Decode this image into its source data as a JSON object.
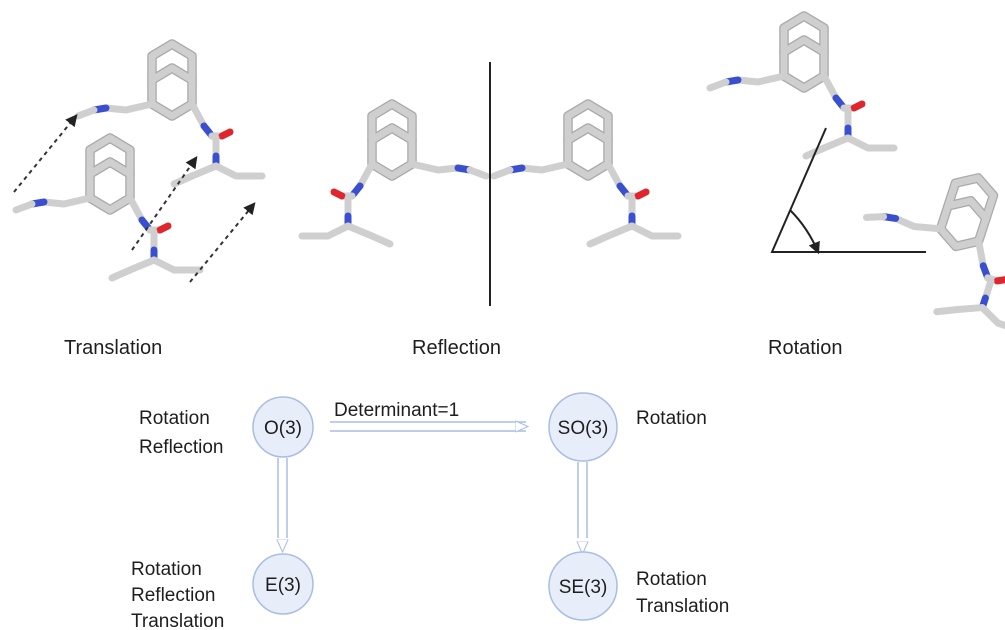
{
  "panels": {
    "translation": "Translation",
    "reflection": "Reflection",
    "rotation": "Rotation"
  },
  "graph": {
    "o3": {
      "label": "O(3)",
      "desc": [
        "Rotation",
        "Reflection"
      ]
    },
    "so3": {
      "label": "SO(3)",
      "desc": [
        "Rotation"
      ]
    },
    "e3": {
      "label": "E(3)",
      "desc": [
        "Rotation",
        "Reflection",
        "Translation"
      ]
    },
    "se3": {
      "label": "SE(3)",
      "desc": [
        "Rotation",
        "Translation"
      ]
    },
    "edge_label": "Determinant=1"
  },
  "colors": {
    "carbon": "#cfcfcf",
    "nitrogen": "#3a4fd0",
    "oxygen": "#e0262d",
    "node_fill": "#e8eef9",
    "node_stroke": "#a9bde4"
  }
}
